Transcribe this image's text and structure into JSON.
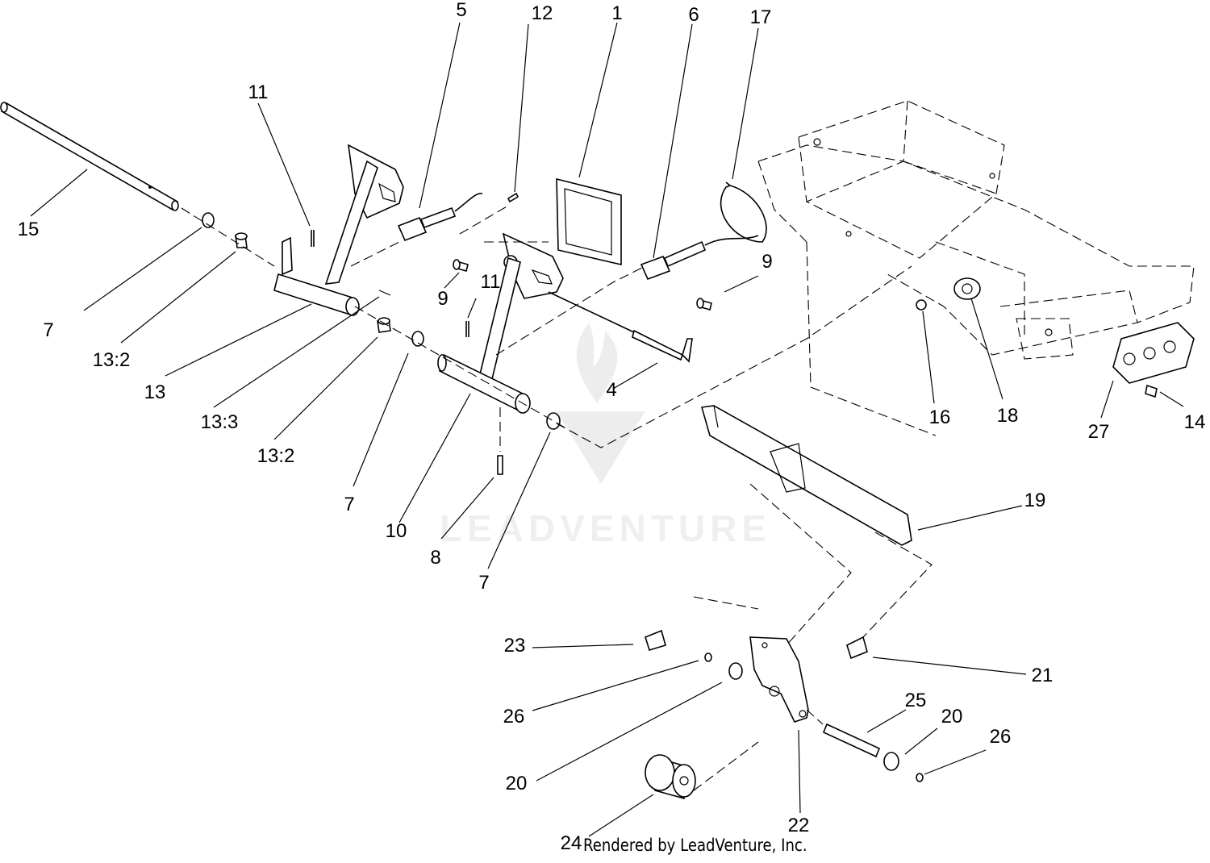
{
  "diagram": {
    "callouts": {
      "c1": "1",
      "c4": "4",
      "c5": "5",
      "c6": "6",
      "c7a": "7",
      "c7b": "7",
      "c7c": "7",
      "c8": "8",
      "c9a": "9",
      "c9b": "9",
      "c10": "10",
      "c11a": "11",
      "c11b": "11",
      "c12": "12",
      "c13": "13",
      "c13_2a": "13:2",
      "c13_2b": "13:2",
      "c13_3": "13:3",
      "c14": "14",
      "c15": "15",
      "c16": "16",
      "c17": "17",
      "c18": "18",
      "c19": "19",
      "c20a": "20",
      "c20b": "20",
      "c21": "21",
      "c22": "22",
      "c23": "23",
      "c24": "24",
      "c25": "25",
      "c26a": "26",
      "c26b": "26",
      "c27": "27"
    },
    "credit": "Rendered by LeadVenture, Inc.",
    "watermark": "LEADVENTURE"
  }
}
